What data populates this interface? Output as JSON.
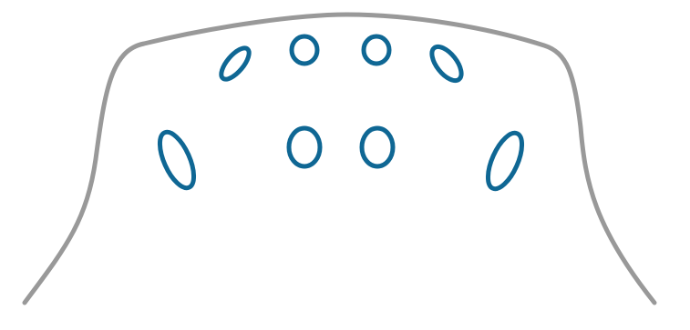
{
  "diagram": {
    "outline": {
      "name": "head-outline",
      "color": "#999999"
    },
    "markers": {
      "color": "#0f6794",
      "items": [
        {
          "name": "marker-top-left-outer"
        },
        {
          "name": "marker-top-left-inner"
        },
        {
          "name": "marker-top-right-inner"
        },
        {
          "name": "marker-top-right-outer"
        },
        {
          "name": "marker-bottom-left-outer"
        },
        {
          "name": "marker-bottom-left-inner"
        },
        {
          "name": "marker-bottom-right-inner"
        },
        {
          "name": "marker-bottom-right-outer"
        }
      ]
    }
  }
}
